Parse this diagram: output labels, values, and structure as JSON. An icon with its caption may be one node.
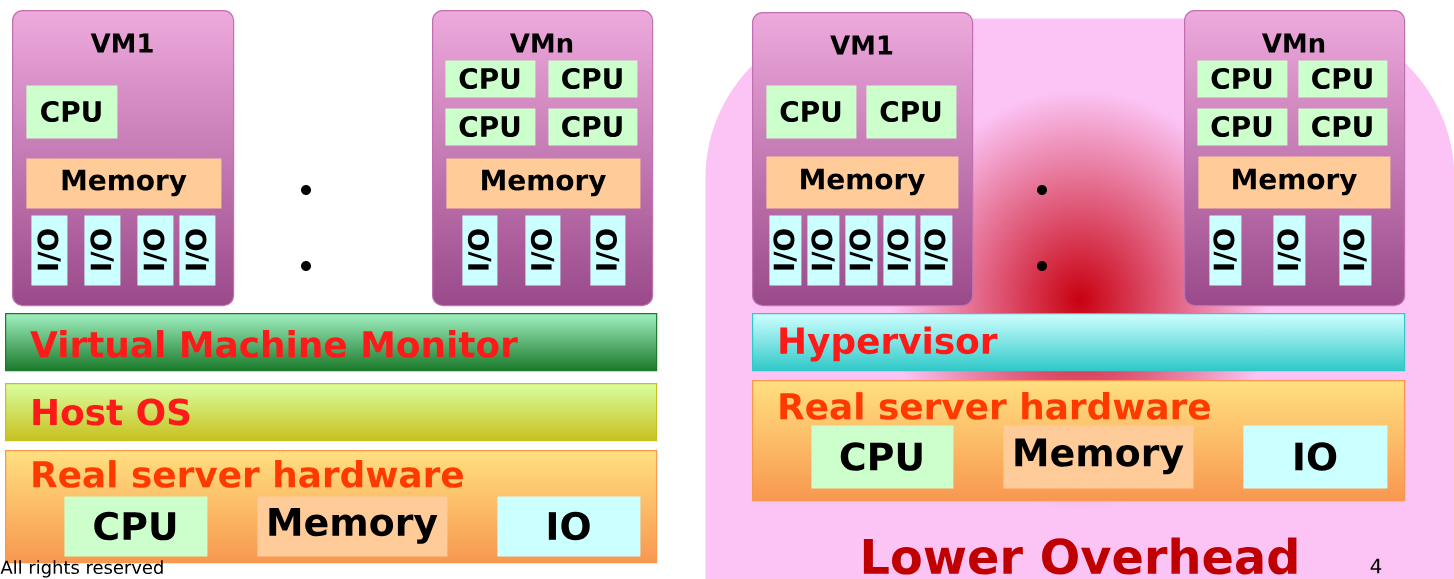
{
  "diagram": {
    "nodes": [
      {
        "text": [
          "VM1"
        ]
      },
      {
        "text": [
          "CPU"
        ],
        "in": 0
      },
      {
        "text": [
          "Memory"
        ],
        "in": 0
      },
      {
        "text": [
          "I/O"
        ],
        "in": 0
      },
      {
        "text": [
          "I/O"
        ],
        "in": 0
      },
      {
        "text": [
          "I/O"
        ],
        "in": 0
      },
      {
        "text": [
          "I/O"
        ],
        "in": 0
      },
      {
        "text": [
          "VMn"
        ]
      },
      {
        "text": [
          "CPU"
        ],
        "in": 7
      },
      {
        "text": [
          "CPU"
        ],
        "in": 7
      },
      {
        "text": [
          "CPU"
        ],
        "in": 7
      },
      {
        "text": [
          "CPU"
        ],
        "in": 7
      },
      {
        "text": [
          "Memory"
        ],
        "in": 7
      },
      {
        "text": [
          "I/O"
        ],
        "in": 7
      },
      {
        "text": [
          "I/O"
        ],
        "in": 7
      },
      {
        "text": [
          "I/O"
        ],
        "in": 7
      },
      {
        "text": [
          "Virtual Machine Monitor"
        ]
      },
      {
        "text": [
          "Host OS"
        ]
      },
      {
        "text": [
          "Real server hardware"
        ]
      },
      {
        "text": [
          "CPU"
        ],
        "in": 18
      },
      {
        "text": [
          "Memory"
        ],
        "in": 18
      },
      {
        "text": [
          "IO"
        ],
        "in": 18
      },
      {
        "text": [
          "Lower Overhead"
        ]
      },
      {
        "text": [
          "VM1"
        ],
        "in": 22
      },
      {
        "text": [
          "CPU"
        ],
        "in": 23
      },
      {
        "text": [
          "CPU"
        ],
        "in": 23
      },
      {
        "text": [
          "Memory"
        ],
        "in": 23
      },
      {
        "text": [
          "I/O"
        ],
        "in": 23
      },
      {
        "text": [
          "I/O"
        ],
        "in": 23
      },
      {
        "text": [
          "I/O"
        ],
        "in": 23
      },
      {
        "text": [
          "I/O"
        ],
        "in": 23
      },
      {
        "text": [
          "I/O"
        ],
        "in": 23
      },
      {
        "text": [
          "VMn"
        ],
        "in": 22
      },
      {
        "text": [
          "CPU"
        ],
        "in": 32
      },
      {
        "text": [
          "CPU"
        ],
        "in": 32
      },
      {
        "text": [
          "CPU"
        ],
        "in": 32
      },
      {
        "text": [
          "CPU"
        ],
        "in": 32
      },
      {
        "text": [
          "Memory"
        ],
        "in": 32
      },
      {
        "text": [
          "I/O"
        ],
        "in": 32
      },
      {
        "text": [
          "I/O"
        ],
        "in": 32
      },
      {
        "text": [
          "I/O"
        ],
        "in": 32
      },
      {
        "text": [
          "Hypervisor"
        ],
        "in": 22
      },
      {
        "text": [
          "Real server hardware"
        ],
        "in": 22
      },
      {
        "text": [
          "CPU"
        ],
        "in": 42
      },
      {
        "text": [
          "Memory"
        ],
        "in": 42
      },
      {
        "text": [
          "IO"
        ],
        "in": 42
      }
    ],
    "labels": [
      "All rights reserved",
      "4"
    ]
  }
}
